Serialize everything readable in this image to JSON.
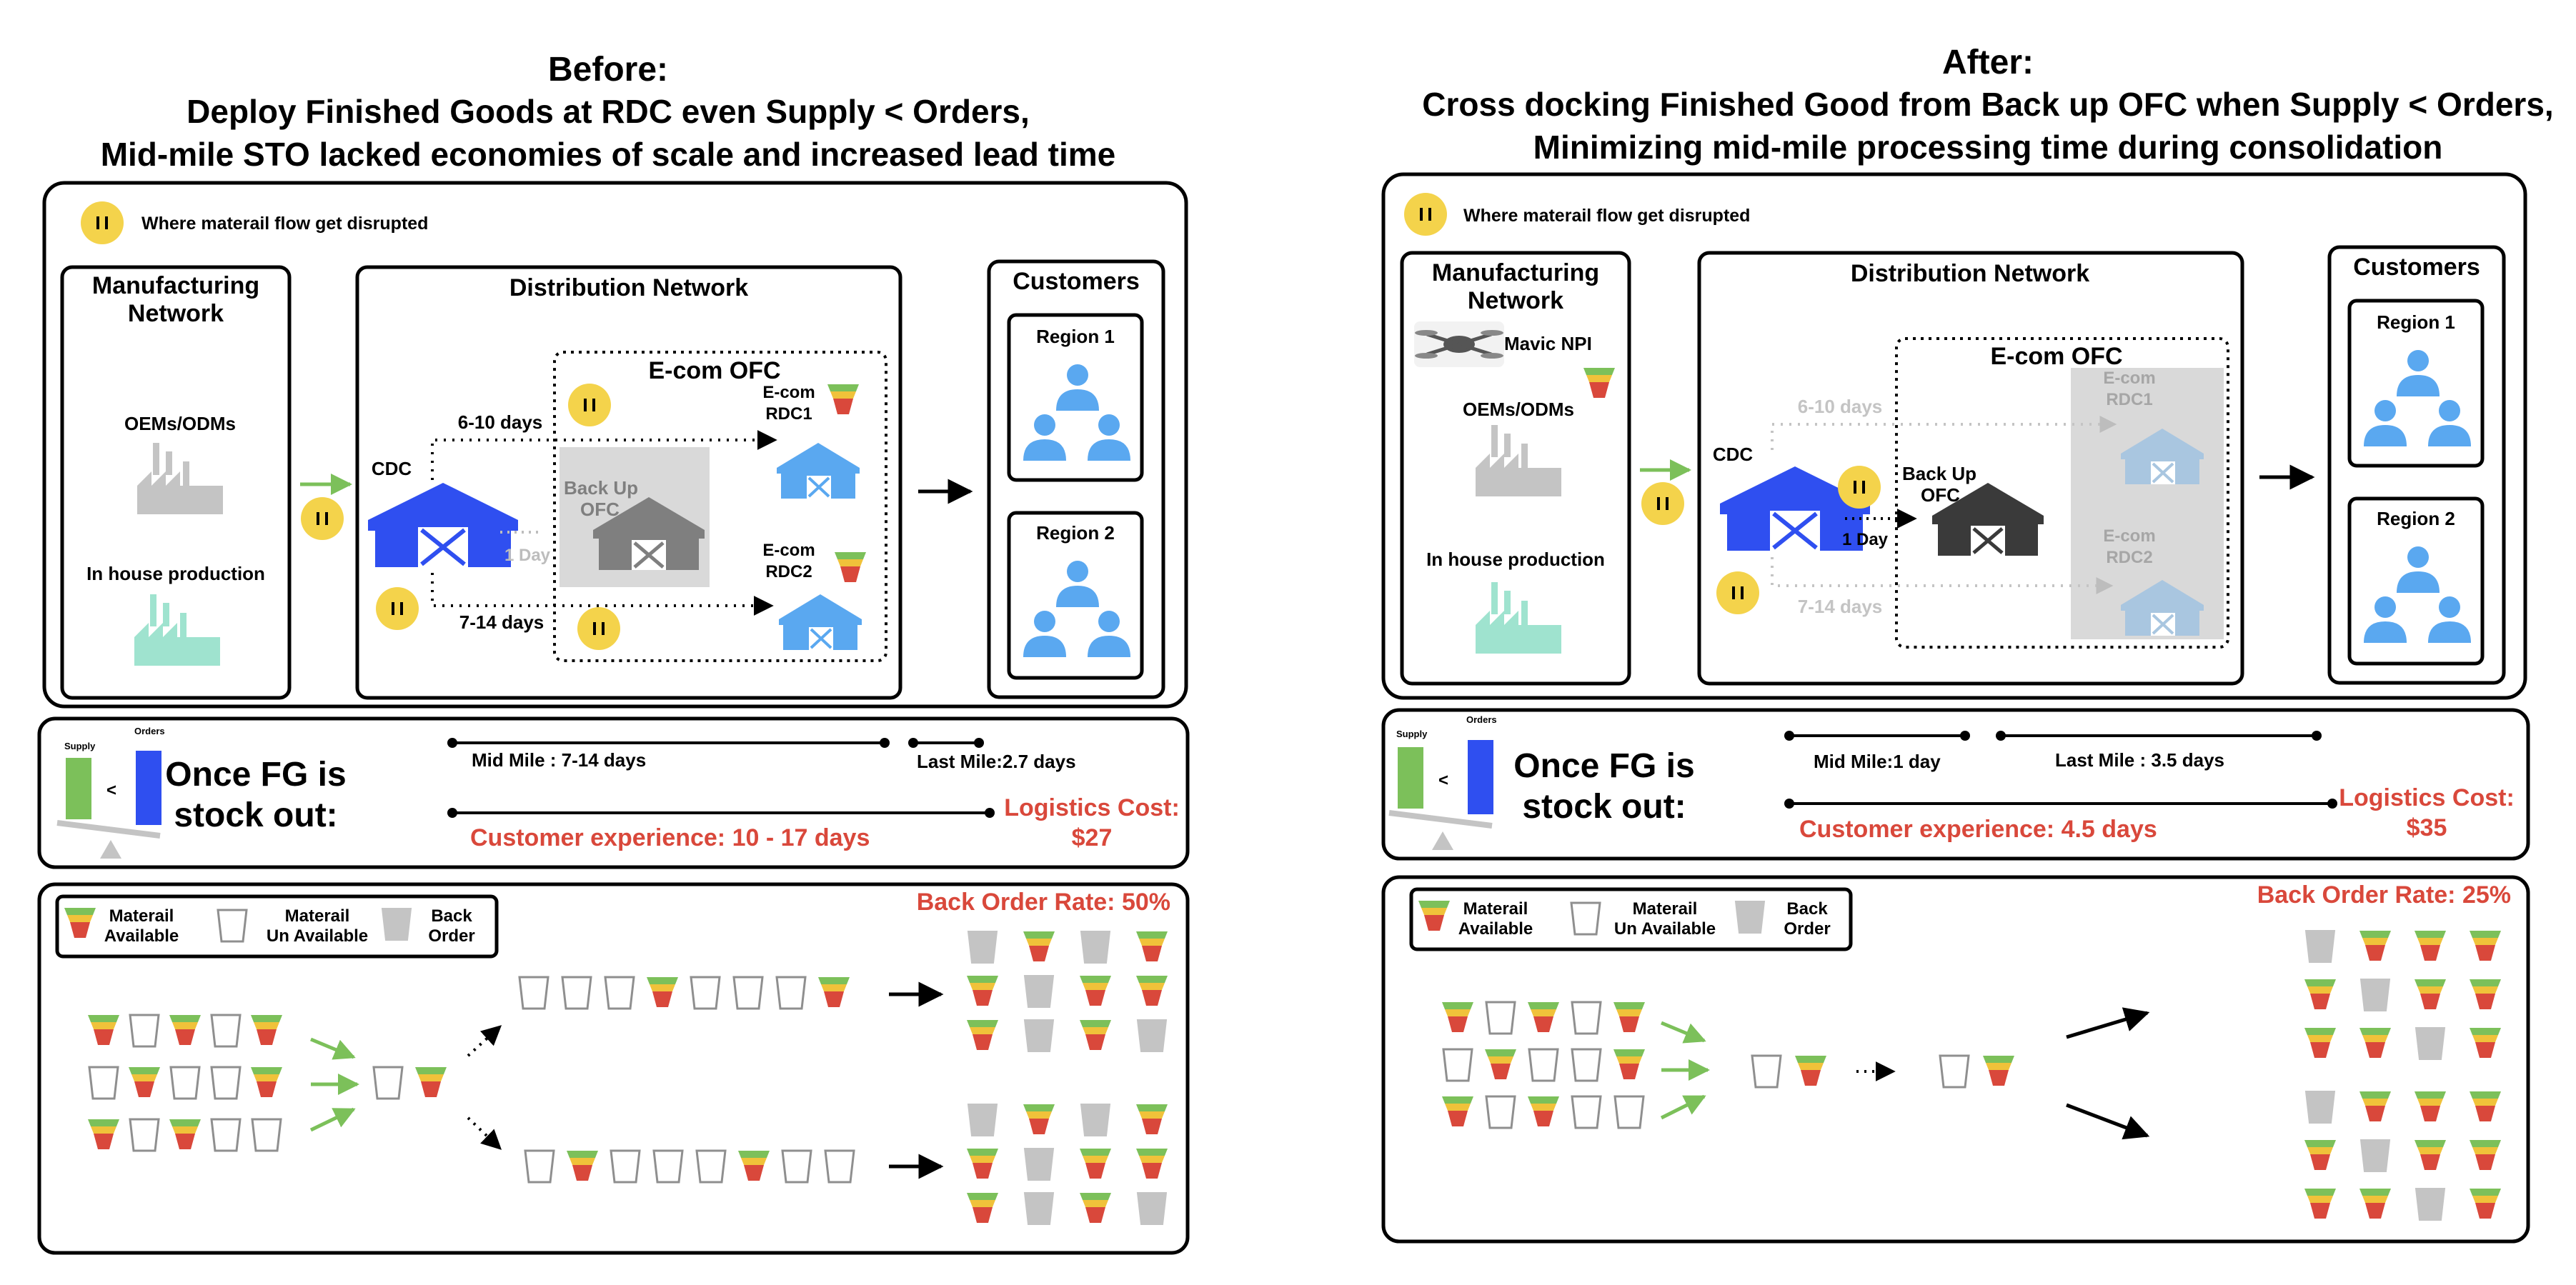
{
  "colors": {
    "cdc_blue": "#2f4ff0",
    "rdc_blue": "#5aa8f0",
    "faded_blue": "#a9c6e0",
    "backup_gray": "#7f7f7f",
    "backup_dark": "#3a3a3a",
    "factory_gray": "#c4c4c4",
    "factory_mint": "#9fe3cf",
    "pause_yellow": "#f4d34b",
    "alert_red": "#d9483b",
    "supply_green": "#7cc05a",
    "orders_blue": "#2f4ff0",
    "funnel": [
      "#7cc05a",
      "#f0c23a",
      "#d9483b"
    ],
    "cup_gray": "#c4c4c4",
    "highlight_gray": "#d9d9d9",
    "person_blue": "#5aa8f0",
    "arrow_green": "#7cc05a"
  },
  "before": {
    "title": "Before:",
    "subtitle1": "Deploy Finished Goods at RDC even Supply < Orders,",
    "subtitle2": "Mid-mile STO lacked economies of scale and increased lead time",
    "disrupt_legend": "Where materail flow get disrupted",
    "manufacturing": {
      "title1": "Manufacturing",
      "title2": "Network",
      "oem": "OEMs/ODMs",
      "inhouse": "In house production"
    },
    "distribution": {
      "title": "Distribution Network",
      "ecom": "E-com OFC",
      "cdc": "CDC",
      "backup1": "Back Up",
      "backup2": "OFC",
      "lead_top": "6-10 days",
      "lead_bottom": "7-14 days",
      "one_day": "1 Day",
      "rdc1_a": "E-com",
      "rdc1_b": "RDC1",
      "rdc2_a": "E-com",
      "rdc2_b": "RDC2"
    },
    "customers": {
      "title": "Customers",
      "region1": "Region 1",
      "region2": "Region 2"
    },
    "stock": {
      "supply": "Supply",
      "orders": "Orders",
      "lt": "<",
      "once1": "Once FG is",
      "once2": "stock out:",
      "mid": "Mid Mile : 7-14 days",
      "last": "Last Mile:2.7 days",
      "cx": "Customer experience:  10 - 17 days",
      "cost1": "Logistics Cost:",
      "cost2": "$27"
    },
    "legend": {
      "avail1": "Materail",
      "avail2": "Available",
      "unavail1": "Materail",
      "unavail2": "Un Available",
      "back1": "Back",
      "back2": "Order"
    },
    "backorder": "Back Order Rate: 50%"
  },
  "after": {
    "title": "After:",
    "subtitle1": "Cross docking Finished Good from Back up OFC when Supply < Orders,",
    "subtitle2": "Minimizing mid-mile processing time during consolidation",
    "disrupt_legend": "Where materail flow get disrupted",
    "manufacturing": {
      "title1": "Manufacturing",
      "title2": "Network",
      "npi": "Mavic NPI",
      "oem": "OEMs/ODMs",
      "inhouse": "In house production"
    },
    "distribution": {
      "title": "Distribution Network",
      "ecom": "E-com OFC",
      "cdc": "CDC",
      "backup1": "Back Up",
      "backup2": "OFC",
      "lead_top": "6-10 days",
      "lead_bottom": "7-14 days",
      "one_day": "1 Day",
      "rdc1_a": "E-com",
      "rdc1_b": "RDC1",
      "rdc2_a": "E-com",
      "rdc2_b": "RDC2"
    },
    "customers": {
      "title": "Customers",
      "region1": "Region 1",
      "region2": "Region 2"
    },
    "stock": {
      "supply": "Supply",
      "orders": "Orders",
      "lt": "<",
      "once1": "Once FG is",
      "once2": "stock out:",
      "mid": "Mid Mile:1 day",
      "last": "Last Mile : 3.5 days",
      "cx": "Customer experience:  4.5 days",
      "cost1": "Logistics Cost:",
      "cost2": "$35"
    },
    "legend": {
      "avail1": "Materail",
      "avail2": "Available",
      "unavail1": "Materail",
      "unavail2": "Un Available",
      "back1": "Back",
      "back2": "Order"
    },
    "backorder": "Back Order Rate: 25%"
  },
  "icons": {
    "pause": "pause-icon",
    "warehouse": "warehouse-icon",
    "factory": "factory-icon",
    "person": "person-icon",
    "drone": "drone-icon",
    "funnel": "material-available-icon",
    "cup": "material-unavailable-icon",
    "backorder": "back-order-icon"
  },
  "flows": {
    "before": {
      "input_grid": [
        [
          "A",
          "U",
          "A",
          "U",
          "A"
        ],
        [
          "U",
          "A",
          "U",
          "U",
          "A"
        ],
        [
          "A",
          "U",
          "A",
          "U",
          "U"
        ]
      ],
      "center": [
        "U",
        "A"
      ],
      "top_row": [
        "U",
        "U",
        "U",
        "A",
        "U",
        "U",
        "U",
        "A"
      ],
      "bottom_row": [
        "U",
        "A",
        "U",
        "U",
        "U",
        "A",
        "U",
        "U"
      ],
      "output_top": [
        [
          "B",
          "A",
          "B",
          "A"
        ],
        [
          "A",
          "B",
          "A",
          "A"
        ],
        [
          "A",
          "B",
          "A",
          "B"
        ]
      ],
      "output_bottom": [
        [
          "B",
          "A",
          "B",
          "A"
        ],
        [
          "A",
          "B",
          "A",
          "A"
        ],
        [
          "A",
          "B",
          "A",
          "B"
        ]
      ]
    },
    "after": {
      "input_grid": [
        [
          "A",
          "U",
          "A",
          "U",
          "A"
        ],
        [
          "U",
          "A",
          "U",
          "U",
          "A"
        ],
        [
          "A",
          "U",
          "A",
          "U",
          "U"
        ]
      ],
      "center1": [
        "U",
        "A"
      ],
      "center2": [
        "U",
        "A"
      ],
      "output_top": [
        [
          "B",
          "A",
          "A",
          "A"
        ],
        [
          "A",
          "B",
          "A",
          "A"
        ],
        [
          "A",
          "A",
          "B",
          "A"
        ]
      ],
      "output_bottom": [
        [
          "B",
          "A",
          "A",
          "A"
        ],
        [
          "A",
          "B",
          "A",
          "A"
        ],
        [
          "A",
          "A",
          "B",
          "A"
        ]
      ]
    }
  }
}
